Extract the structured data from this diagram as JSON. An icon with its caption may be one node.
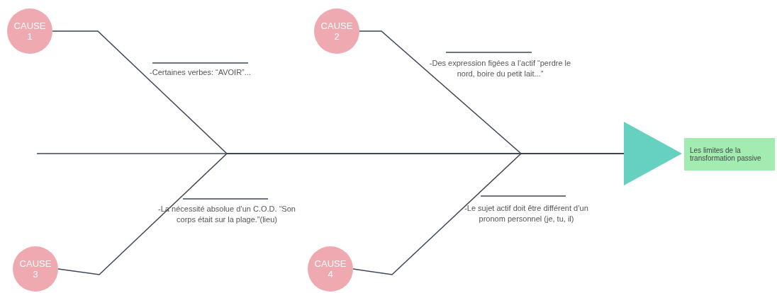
{
  "diagram": {
    "nodes": [
      {
        "text": [
          "CAUSE 1"
        ]
      },
      {
        "text": [
          "CAUSE 2"
        ]
      },
      {
        "text": [
          "CAUSE 3"
        ]
      },
      {
        "text": [
          "CAUSE 4"
        ]
      },
      {
        "text": [],
        "shape": "triangle"
      },
      {
        "text": [
          "Les limites de la transformation passive"
        ]
      }
    ],
    "edges": [
      {
        "from": 0,
        "to": 4,
        "arrow": "none"
      },
      {
        "from": 1,
        "to": 4,
        "arrow": "none"
      },
      {
        "from": 2,
        "to": 4,
        "arrow": "none"
      },
      {
        "from": 3,
        "to": 4,
        "arrow": "none"
      },
      {
        "from": null,
        "to": 4,
        "arrow": "none"
      }
    ],
    "labels": [
      "-Certaines verbes: “AVOIR”...",
      "-Des expression figées a l’actif “perdre le nord, boire du petit lait...”",
      "-La nécessité absolue d’un C.O.D. “Son corps était sur la plage.”(lieu)",
      "-Le sujet actif doit être différent d’un pronom personnel (je, tu, il)"
    ]
  }
}
